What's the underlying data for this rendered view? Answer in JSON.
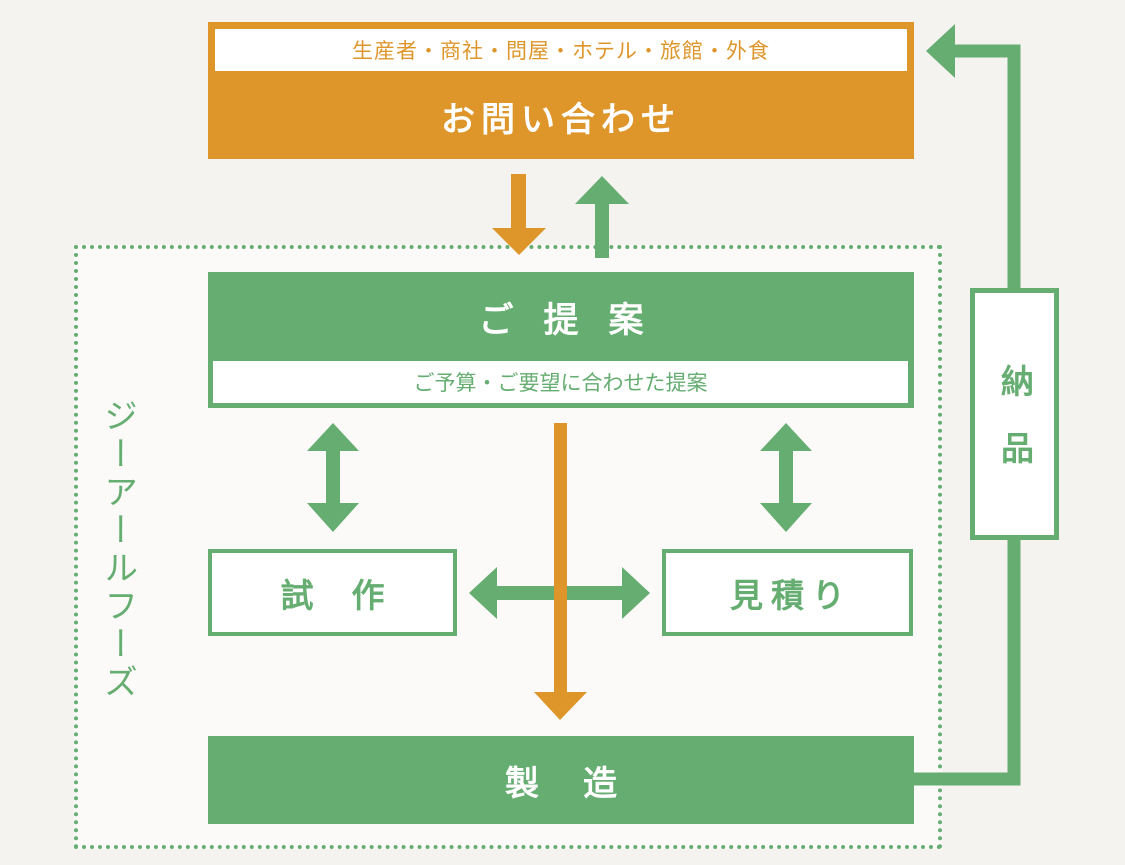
{
  "colors": {
    "orange": "#de962b",
    "green": "#66ad72",
    "background": "#f5f3ef",
    "white": "#ffffff"
  },
  "inquiry": {
    "subtitle": "生産者・商社・問屋・ホテル・旅館・外食",
    "title": "お問い合わせ"
  },
  "company": {
    "name": "ジーアールフーズ"
  },
  "proposal": {
    "title": "ご提案",
    "subtitle": "ご予算・ご要望に合わせた提案"
  },
  "prototype": {
    "label": "試作"
  },
  "estimate": {
    "label": "見積り"
  },
  "manufacture": {
    "label": "製造"
  },
  "delivery": {
    "label": "納品"
  }
}
